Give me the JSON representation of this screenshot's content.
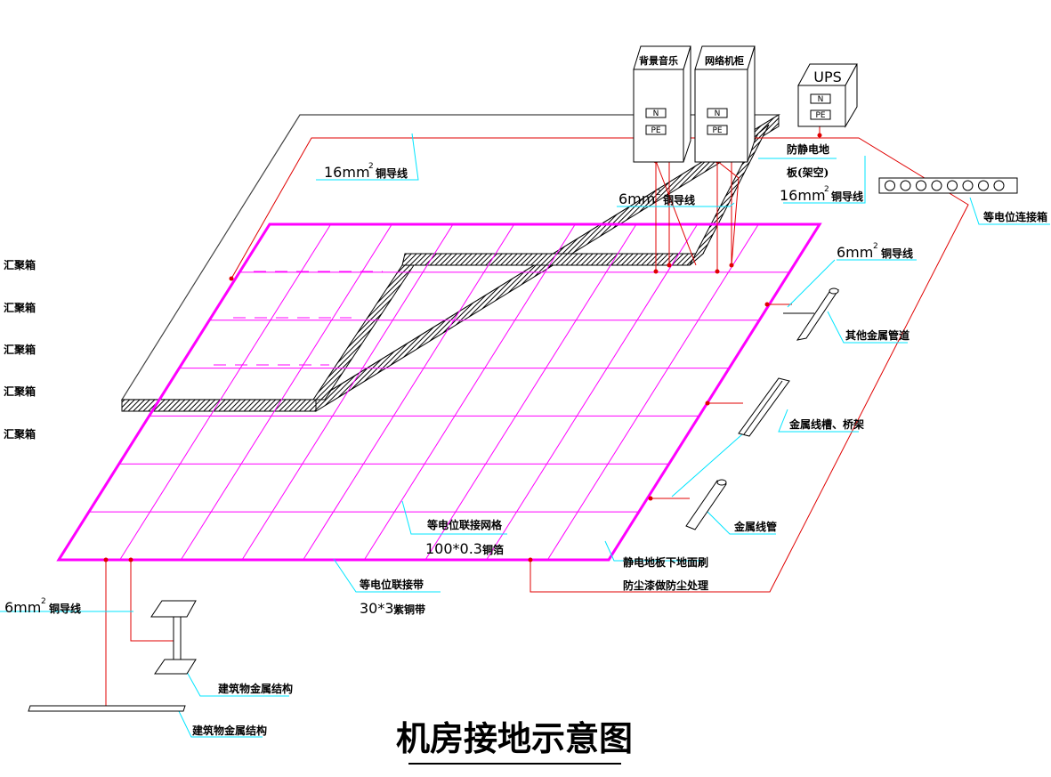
{
  "title": "机房接地示意图",
  "cabinets": {
    "background_music": "背景音乐",
    "network_cabinet": "网络机柜",
    "ups": "UPS",
    "terminal_n": "N",
    "terminal_pe": "PE"
  },
  "labels": {
    "wire_16_top_num": "16mm",
    "wire_16_top_text": "铜导线",
    "wire_6_top_num": "6mm",
    "wire_6_top_text": "铜导线",
    "antistatic_floor_1": "防静电地",
    "antistatic_floor_2": "板(架空)",
    "wire_16_right_num": "16mm",
    "wire_16_right_text": "铜导线",
    "equipotential_box": "等电位连接箱",
    "wire_6_right_num": "6mm",
    "wire_6_right_text": "铜导线",
    "other_metal_pipes": "其他金属管道",
    "metal_trunking": "金属线槽、桥架",
    "metal_conduit": "金属线管",
    "grid_label_1": "等电位联接网格",
    "grid_label_num": "100*0.3",
    "grid_label_2": "铜箔",
    "floor_under_1": "静电地板下地面刷",
    "floor_under_2": "防尘漆做防尘处理",
    "strip_label_1": "等电位联接带",
    "strip_label_num": "30*3",
    "strip_label_2": "紫铜带",
    "wire_6_left_num": "6mm",
    "wire_6_left_text": "铜导线",
    "building_struct_1": "建筑物金属结构",
    "building_struct_2": "建筑物金属结构",
    "superscript": "2",
    "left_cut_labels": [
      "汇聚箱",
      "汇聚箱",
      "汇聚箱",
      "汇聚箱",
      "汇聚箱"
    ]
  },
  "colors": {
    "grid": "#ff00ff",
    "wire": "#e00000",
    "leader": "#00e5ff",
    "outline": "#000000"
  }
}
